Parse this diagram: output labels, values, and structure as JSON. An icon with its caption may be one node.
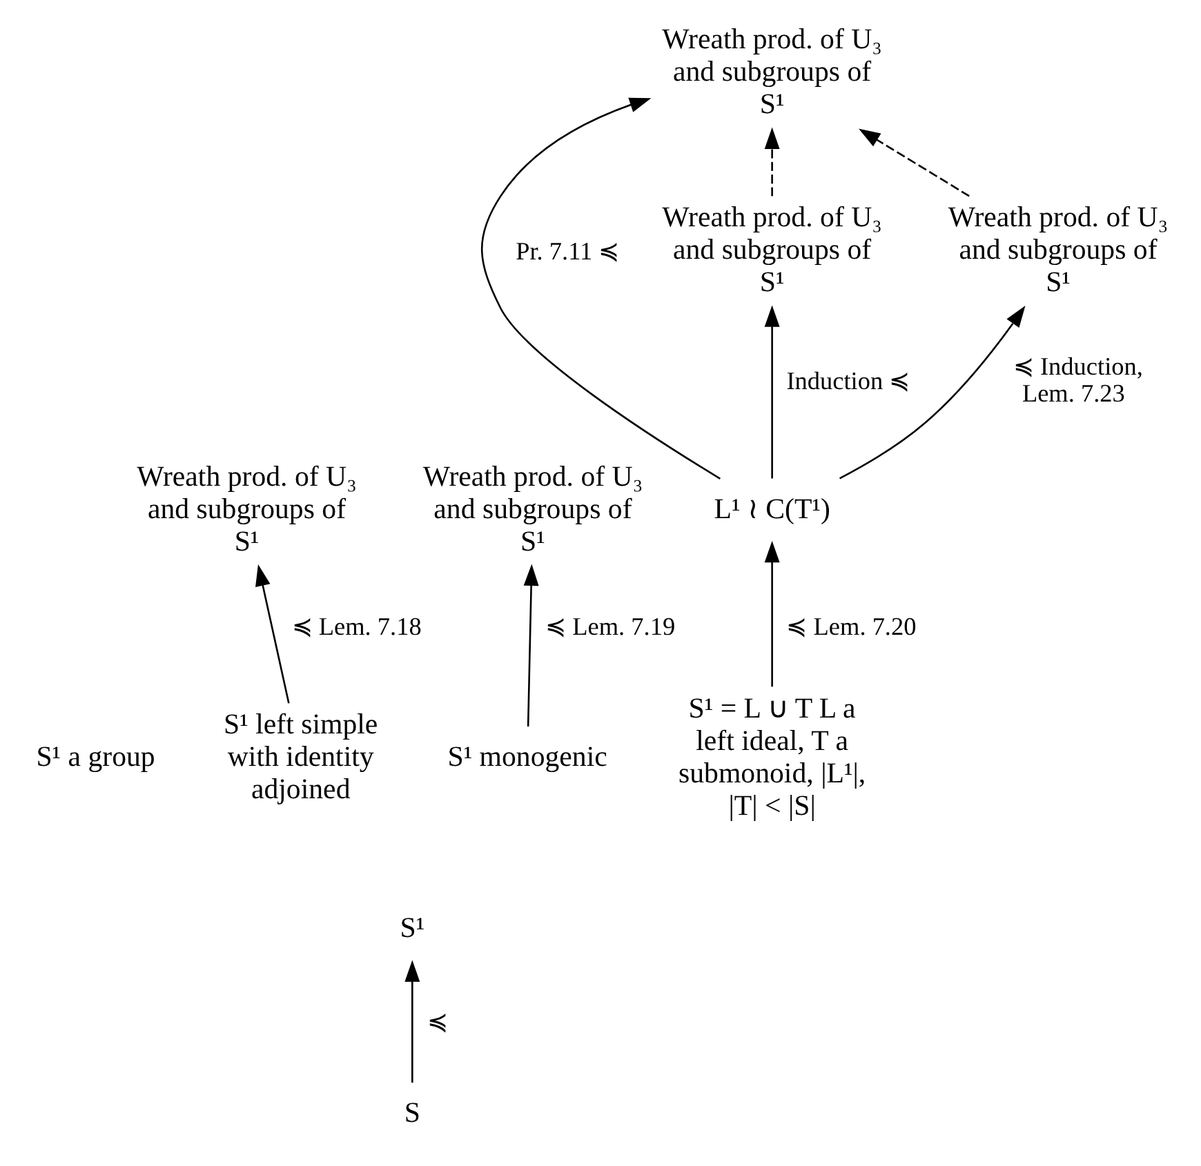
{
  "diagram": {
    "nodes": [
      {
        "text": [
          "Wreath prod. of U₃ and subgroups of S¹"
        ]
      },
      {
        "text": [
          "Wreath prod. of U₃ and subgroups of S¹"
        ]
      },
      {
        "text": [
          "Wreath prod. of U₃ and subgroups of S¹"
        ]
      },
      {
        "text": [
          "Wreath prod. of U₃ and subgroups of S¹"
        ]
      },
      {
        "text": [
          "Wreath prod. of U₃ and subgroups of S¹"
        ]
      },
      {
        "text": [
          "L¹ ≀ C(T¹)"
        ]
      },
      {
        "text": [
          "S¹ a group"
        ]
      },
      {
        "text": [
          "S¹ left simple with identity adjoined"
        ]
      },
      {
        "text": [
          "S¹ monogenic"
        ]
      },
      {
        "text": [
          "S¹ = L ∪ T L a left ideal, T a submonoid, |L¹|, |T| < |S|"
        ]
      },
      {
        "text": [
          "S¹"
        ]
      },
      {
        "text": [
          "S"
        ]
      }
    ],
    "edges": [
      {
        "from": 1,
        "to": 0,
        "arrow": "to",
        "style": "dashed"
      },
      {
        "from": 5,
        "to": 0,
        "arrow": "to",
        "label": "Pr. 7.11 ≼"
      },
      {
        "from": 2,
        "to": 0,
        "arrow": "to",
        "style": "dashed"
      },
      {
        "from": 5,
        "to": 1,
        "arrow": "to",
        "label": "Induction ≼"
      },
      {
        "from": 5,
        "to": 2,
        "arrow": "to",
        "label": "≼ Induction, Lem. 7.23"
      },
      {
        "from": 7,
        "to": 3,
        "arrow": "to",
        "label": "≼ Lem. 7.18"
      },
      {
        "from": 8,
        "to": 4,
        "arrow": "to",
        "label": "≼ Lem. 7.19"
      },
      {
        "from": 9,
        "to": 5,
        "arrow": "to",
        "label": "≼ Lem. 7.20"
      },
      {
        "from": 11,
        "to": 10,
        "arrow": "to",
        "label": "≼"
      }
    ]
  }
}
